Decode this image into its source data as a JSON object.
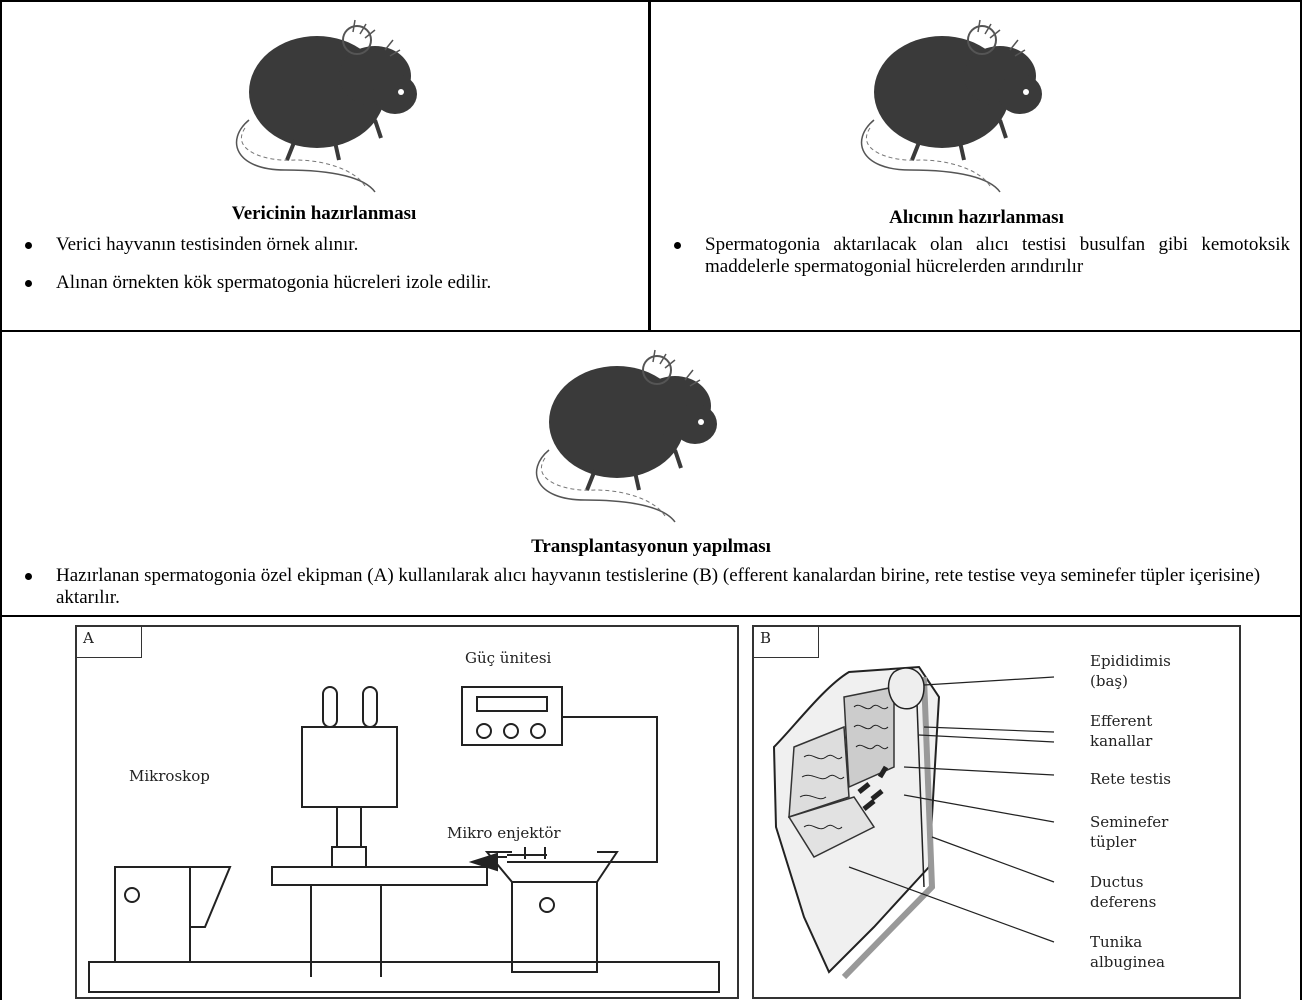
{
  "donor": {
    "title": "Vericinin hazırlanması",
    "bullets": [
      "Verici hayvanın testisinden örnek alınır.",
      "Alınan örnekten kök spermatogonia hücreleri izole edilir."
    ]
  },
  "recipient": {
    "title": "Alıcının hazırlanması",
    "bullets": [
      "Spermatogonia aktarılacak olan alıcı testisi busulfan gibi kemotoksik maddelerle spermatogonial hücrelerden arındırılır"
    ]
  },
  "transplant": {
    "title": "Transplantasyonun yapılması",
    "bullets": [
      "Hazırlanan spermatogonia özel ekipman (A) kullanılarak alıcı hayvanın testislerine (B) (efferent kanalardan birine, rete testise veya seminefer tüpler içerisine) aktarılır."
    ]
  },
  "figure_a": {
    "tag": "A",
    "power_unit": "Güç ünitesi",
    "microscope": "Mikroskop",
    "micro_injector": "Mikro enjektör"
  },
  "figure_b": {
    "tag": "B",
    "labels": {
      "epididimis": "Epididimis (baş)",
      "efferent": "Efferent kanallar",
      "rete": "Rete testis",
      "seminefer": "Seminefer tüpler",
      "ductus": "Ductus deferens",
      "tunika": "Tunika albuginea"
    }
  },
  "colors": {
    "mouse": "#3a3a3a",
    "line": "#000000",
    "panel_border": "#333333"
  }
}
